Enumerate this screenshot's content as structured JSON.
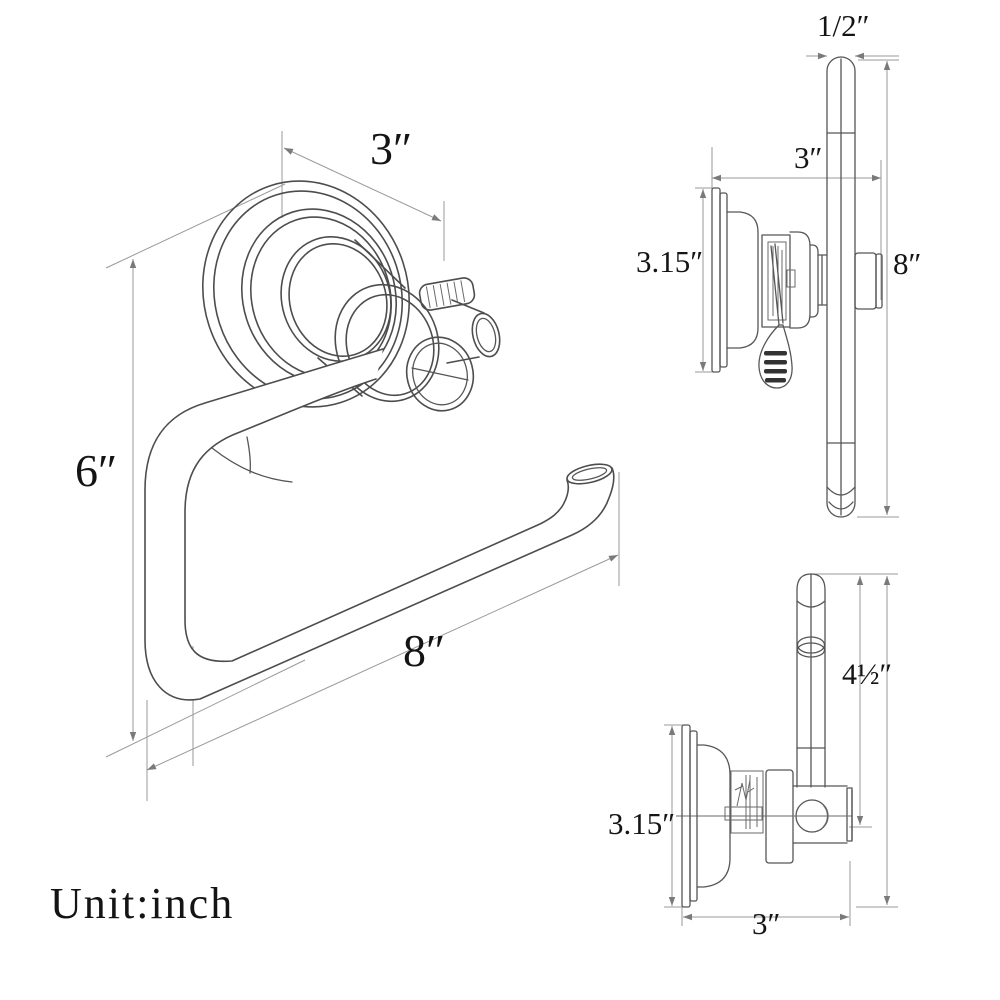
{
  "unit_note": "Unit:inch",
  "colors": {
    "line": "#4d4d4d",
    "dim_line": "#9a9a9a",
    "text": "#141414",
    "background": "#ffffff"
  },
  "views": {
    "front": {
      "dims": {
        "top_width": "3″",
        "left_height": "6″",
        "bottom_length": "8″"
      }
    },
    "side_top": {
      "dims": {
        "bar_thickness": "1/2″",
        "depth": "3″",
        "mount_height": "3.15″",
        "bar_height": "8″"
      }
    },
    "side_bottom": {
      "dims": {
        "arm_length": "4½″",
        "mount_height": "3.15″",
        "depth": "3″"
      }
    }
  }
}
